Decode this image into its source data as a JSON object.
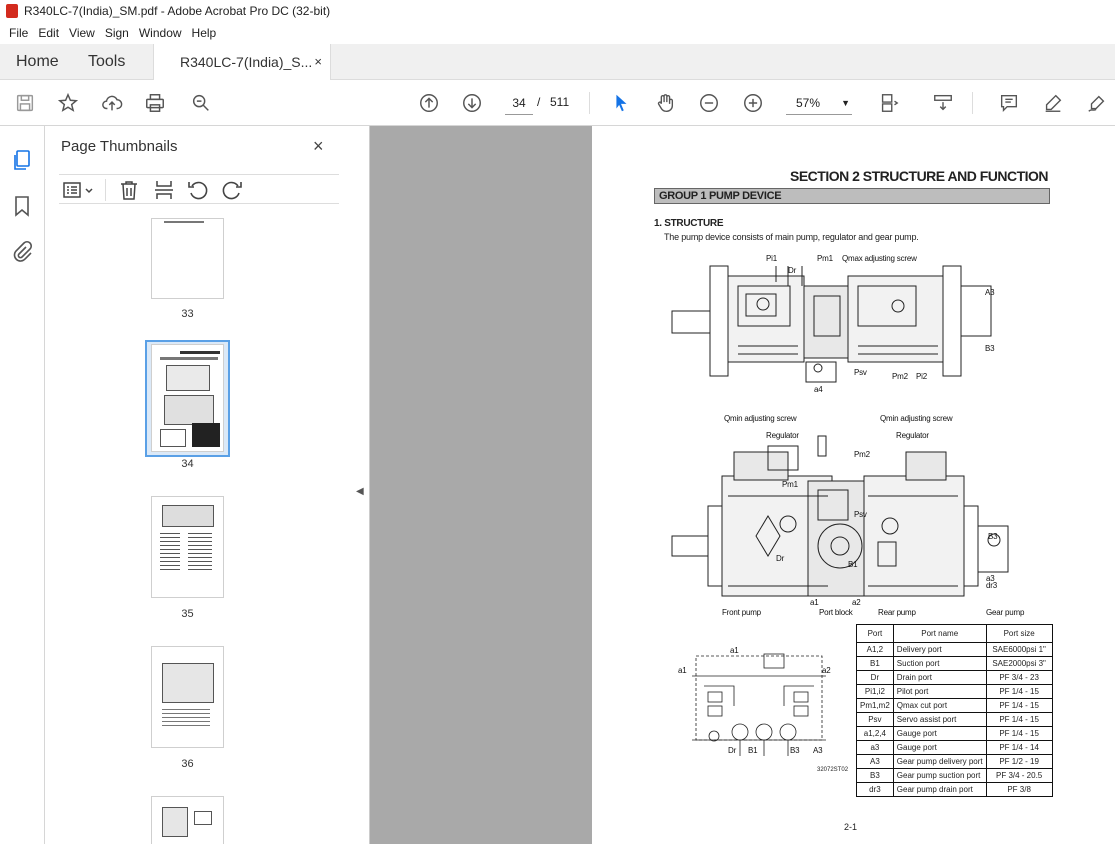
{
  "window": {
    "title": "R340LC-7(India)_SM.pdf - Adobe Acrobat Pro DC (32-bit)"
  },
  "menu": [
    "File",
    "Edit",
    "View",
    "Sign",
    "Window",
    "Help"
  ],
  "tabs": {
    "home": "Home",
    "tools": "Tools",
    "document": "R340LC-7(India)_S...",
    "close": "×"
  },
  "toolbar": {
    "page_current": "34",
    "page_sep": "/",
    "page_total": "511",
    "zoom": "57%"
  },
  "panel": {
    "title": "Page Thumbnails",
    "close": "×",
    "thumbs": [
      {
        "label": "33"
      },
      {
        "label": "34"
      },
      {
        "label": "35"
      },
      {
        "label": "36"
      }
    ]
  },
  "page": {
    "section_title": "SECTION 2 STRUCTURE AND FUNCTION",
    "group_title": "GROUP 1 PUMP DEVICE",
    "structure_heading": "1. STRUCTURE",
    "description": "The pump device consists of main pump, regulator and gear pump.",
    "labels": {
      "pi1": "Pi1",
      "dr": "Dr",
      "pm1": "Pm1",
      "qmax": "Qmax adjusting screw",
      "a3": "A3",
      "b3": "B3",
      "psv": "Psv",
      "pm2": "Pm2",
      "pi2": "Pi2",
      "a4": "a4",
      "qmin_l": "Qmin adjusting screw",
      "qmin_r": "Qmin adjusting screw",
      "reg_l": "Regulator",
      "reg_r": "Regulator",
      "front_pump": "Front pump",
      "port_block": "Port block",
      "rear_pump": "Rear pump",
      "gear_pump": "Gear pump",
      "a1": "a1",
      "a2": "a2",
      "b1": "B1",
      "dr3": "dr3",
      "a3s": "a3",
      "code": "32072ST02"
    },
    "table": {
      "headers": [
        "Port",
        "Port name",
        "Port size"
      ],
      "rows": [
        [
          "A1,2",
          "Delivery port",
          "SAE6000psi 1\""
        ],
        [
          "B1",
          "Suction port",
          "SAE2000psi 3\""
        ],
        [
          "Dr",
          "Drain port",
          "PF 3/4 - 23"
        ],
        [
          "Pi1,i2",
          "Pilot port",
          "PF 1/4 - 15"
        ],
        [
          "Pm1,m2",
          "Qmax cut port",
          "PF 1/4 - 15"
        ],
        [
          "Psv",
          "Servo assist port",
          "PF 1/4 - 15"
        ],
        [
          "a1,2,4",
          "Gauge port",
          "PF 1/4 - 15"
        ],
        [
          "a3",
          "Gauge port",
          "PF 1/4 - 14"
        ],
        [
          "A3",
          "Gear pump delivery port",
          "PF 1/2 - 19"
        ],
        [
          "B3",
          "Gear pump suction port",
          "PF 3/4 - 20.5"
        ],
        [
          "dr3",
          "Gear pump drain port",
          "PF 3/8"
        ]
      ]
    },
    "footer": "2-1"
  }
}
